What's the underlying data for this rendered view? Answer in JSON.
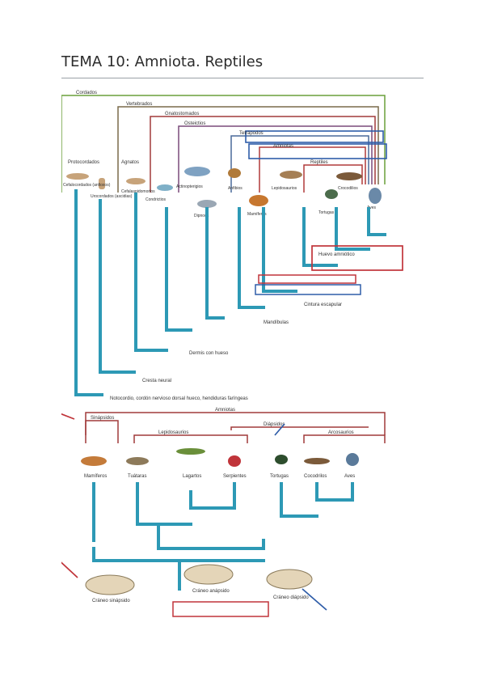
{
  "page": {
    "title": "TEMA 10: Amniota. Reptiles"
  },
  "cladogram_top": {
    "clades": {
      "cordados": "Cordados",
      "vertebrados": "Vertebrados",
      "gnatostomados": "Gnatostomados",
      "osteictios": "Osteictios",
      "tetrapodos": "Tetrápodos",
      "amniotas": "Amniotas",
      "reptiles": "Reptiles",
      "protocordados": "Protocordados",
      "agnatos": "Agnatos"
    },
    "taxa": [
      "Cefalocordados (anfioxos)",
      "Urocordados (ascidias)",
      "Cefalaspidomorfos",
      "Actinopterigios",
      "Condrictios",
      "Dipnoos",
      "Anfibios",
      "Lepidosaurios",
      "Tortugas",
      "Crocodilios",
      "Aves",
      "Mamíferos"
    ],
    "characters": [
      "Huevo amniótico",
      "Cintura escapular",
      "Mandíbulas",
      "Dermis con hueso",
      "Cresta neural",
      "Notocordio, cordón nervioso dorsal hueco, hendiduras faríngeas"
    ]
  },
  "cladogram_bottom": {
    "clades": {
      "amniotas": "Amniotas",
      "sinapsidos": "Sinápsidos",
      "diapsidos": "Diápsidos",
      "lepidosaurios": "Lepidosaurios",
      "arcosaurios": "Arcosaurios"
    },
    "taxa": [
      "Mamíferos",
      "Tuátaras",
      "Lagartos",
      "Serpientes",
      "Tortugas",
      "Cocodrilos",
      "Aves"
    ],
    "skulls": {
      "left": "Cráneo sinápsido",
      "center": "Cráneo anápsido",
      "right": "Cráneo diápsido"
    }
  }
}
